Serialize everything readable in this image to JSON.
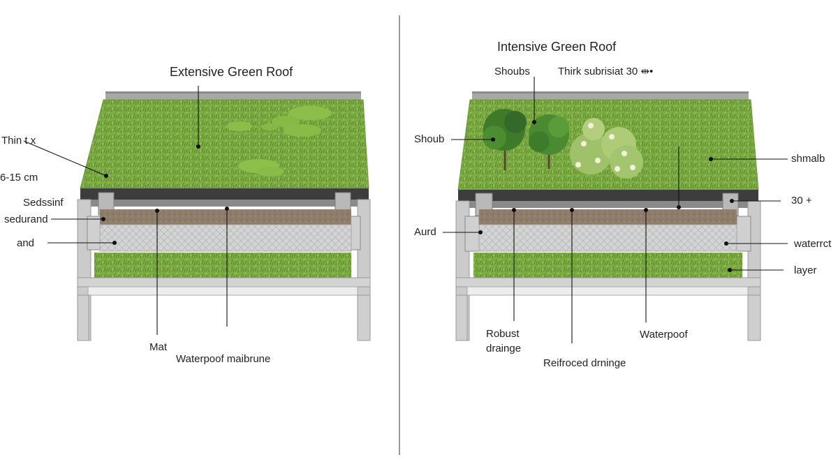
{
  "colors": {
    "background": "#ffffff",
    "grass": "#7fae45",
    "grass_dark": "#5f8f32",
    "frame": "#c9c9c9",
    "frame_dark": "#9a9a9a",
    "membrane": "#3a3a3a",
    "substrate": "#8f7c6c",
    "drainage": "#cfcfcf",
    "leader": "#111111"
  },
  "extensive": {
    "title": "Extensive Green Roof",
    "labels": {
      "thin": "Thin t",
      "thin_x": "x",
      "depth": "6-15 cm",
      "sedsinf": "Sedssinf",
      "sedurand": "seduran",
      "sedurand_b": "d",
      "and": "and",
      "mat": "Mat",
      "waterproof": "Waterpoof maibrune"
    }
  },
  "intensive": {
    "title": "Intensive Green Roof",
    "labels": {
      "shoubs_top": "Shoubs",
      "thick": "Thirk subrisiat 30 ⇹•",
      "shoub_left": "Shoub",
      "shmalb": "shmalb",
      "thirty": "30 +",
      "aurd": "Aurd",
      "waterrct": "waterrct",
      "layer": "layer",
      "robust": "Robust",
      "drainge": "drainge",
      "waterpoof": "Waterpoof",
      "reinforced": "Reifroced drninge"
    }
  }
}
